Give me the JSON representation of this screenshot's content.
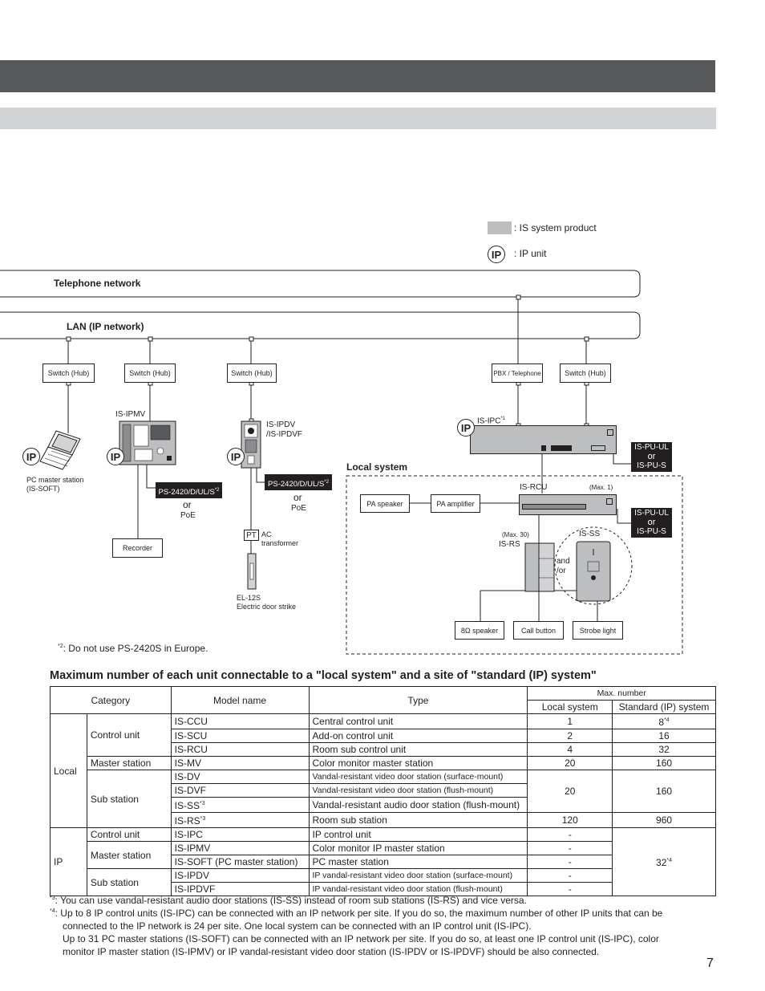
{
  "page": {
    "number": "7"
  },
  "legend": {
    "is_product": ": IS system product",
    "ip_unit": ": IP unit",
    "ip_badge": "IP"
  },
  "networks": {
    "telephone": "Telephone network",
    "lan": "LAN (IP network)"
  },
  "devices": {
    "switch_hub": "Switch (Hub)",
    "pbx": "PBX / Telephone",
    "pc_master_line1": "PC master station",
    "pc_master_line2": "(IS-SOFT)",
    "ismv": "IS-IPMV",
    "ps_a": "PS-2420/D/UL/S",
    "ps_a_sup": "*2",
    "or": "or",
    "poe": "PoE",
    "recorder": "Recorder",
    "ipdv_line1": "IS-IPDV",
    "ipdv_line2": "/IS-IPDVF",
    "ps_b": "PS-2420/D/UL/S",
    "ps_b_sup": "*2",
    "pt": "PT",
    "ac_line1": "AC",
    "ac_line2": "transformer",
    "el12s_line1": "EL-12S",
    "el12s_line2": "Electric door strike",
    "ipc": "IS-IPC",
    "ipc_sup": "*1",
    "pu_ul": "IS-PU-UL",
    "pu_s": "IS-PU-S",
    "local_system": "Local system",
    "rcu": "IS-RCU",
    "max1": "(Max. 1)",
    "pa_speaker": "PA speaker",
    "pa_amplifier": "PA amplifier",
    "max30": "(Max. 30)",
    "isrs": "IS-RS",
    "isss": "IS-SS",
    "and": "and",
    "or2": "/or",
    "speaker8": "8Ω speaker",
    "call_button": "Call button",
    "strobe": "Strobe light"
  },
  "footnote2": {
    "sup": "*2",
    "text": ": Do not use PS-2420S in Europe."
  },
  "section_title": "Maximum number of each unit connectable to a \"local system\" and a site of \"standard (IP) system\"",
  "table": {
    "h_category": "Category",
    "h_model": "Model name",
    "h_type": "Type",
    "h_max": "Max. number",
    "h_local": "Local system",
    "h_standard": "Standard (IP) system",
    "cat_local": "Local",
    "cat_ip": "IP",
    "sub_control": "Control unit",
    "sub_master": "Master station",
    "sub_sub": "Sub station",
    "rows": [
      {
        "model": "IS-CCU",
        "type": "Central control unit",
        "local": "1",
        "std": "8",
        "std_sup": "*4"
      },
      {
        "model": "IS-SCU",
        "type": "Add-on control unit",
        "local": "2",
        "std": "16"
      },
      {
        "model": "IS-RCU",
        "type": "Room sub control unit",
        "local": "4",
        "std": "32"
      },
      {
        "model": "IS-MV",
        "type": "Color monitor master station",
        "local": "20",
        "std": "160"
      },
      {
        "model": "IS-DV",
        "type": "Vandal-resistant video door station (surface-mount)"
      },
      {
        "model": "IS-DVF",
        "type": "Vandal-resistant video door station (flush-mount)"
      },
      {
        "model": "IS-SS",
        "model_sup": "*3",
        "type": "Vandal-resistant audio door station (flush-mount)"
      },
      {
        "model": "IS-RS",
        "model_sup": "*3",
        "type": "Room sub station",
        "local": "120",
        "std": "960"
      },
      {
        "model": "IS-IPC",
        "type": "IP control unit",
        "local": "-"
      },
      {
        "model": "IS-IPMV",
        "type": "Color monitor IP master station",
        "local": "-"
      },
      {
        "model": "IS-SOFT (PC master station)",
        "type": "PC master station",
        "local": "-"
      },
      {
        "model": "IS-IPDV",
        "type": "IP vandal-resistant video door station (surface-mount)",
        "local": "-"
      },
      {
        "model": "IS-IPDVF",
        "type": "IP vandal-resistant video door station (flush-mount)",
        "local": "-"
      }
    ],
    "sub_merged_local": "20",
    "sub_merged_std": "160",
    "ip_merged_std": "32",
    "ip_merged_std_sup": "*4"
  },
  "footnotes": {
    "n3_sup": "*3",
    "n3": ": You can use vandal-resistant audio door stations (IS-SS) instead of room sub stations (IS-RS) and vice versa.",
    "n4_sup": "*4",
    "n4_a": ": Up to 8 IP control units (IS-IPC) can be connected with an IP network per site. If you do so, the maximum number of other IP units that can be",
    "n4_b": "connected to the IP network is 24 per site. One local system can be connected with an IP control unit (IS-IPC).",
    "n4_c": "Up to 31 PC master stations (IS-SOFT) can be connected with an IP network per site. If you do so, at least one IP control unit (IS-IPC), color",
    "n4_d": "monitor IP master station (IS-IPMV) or IP vandal-resistant video door station (IS-IPDV or IS-IPDVF) should be also connected."
  },
  "colors": {
    "band_dark": "#58595b",
    "band_light": "#d1d3d4",
    "is_product_fill": "#bcbec0"
  }
}
